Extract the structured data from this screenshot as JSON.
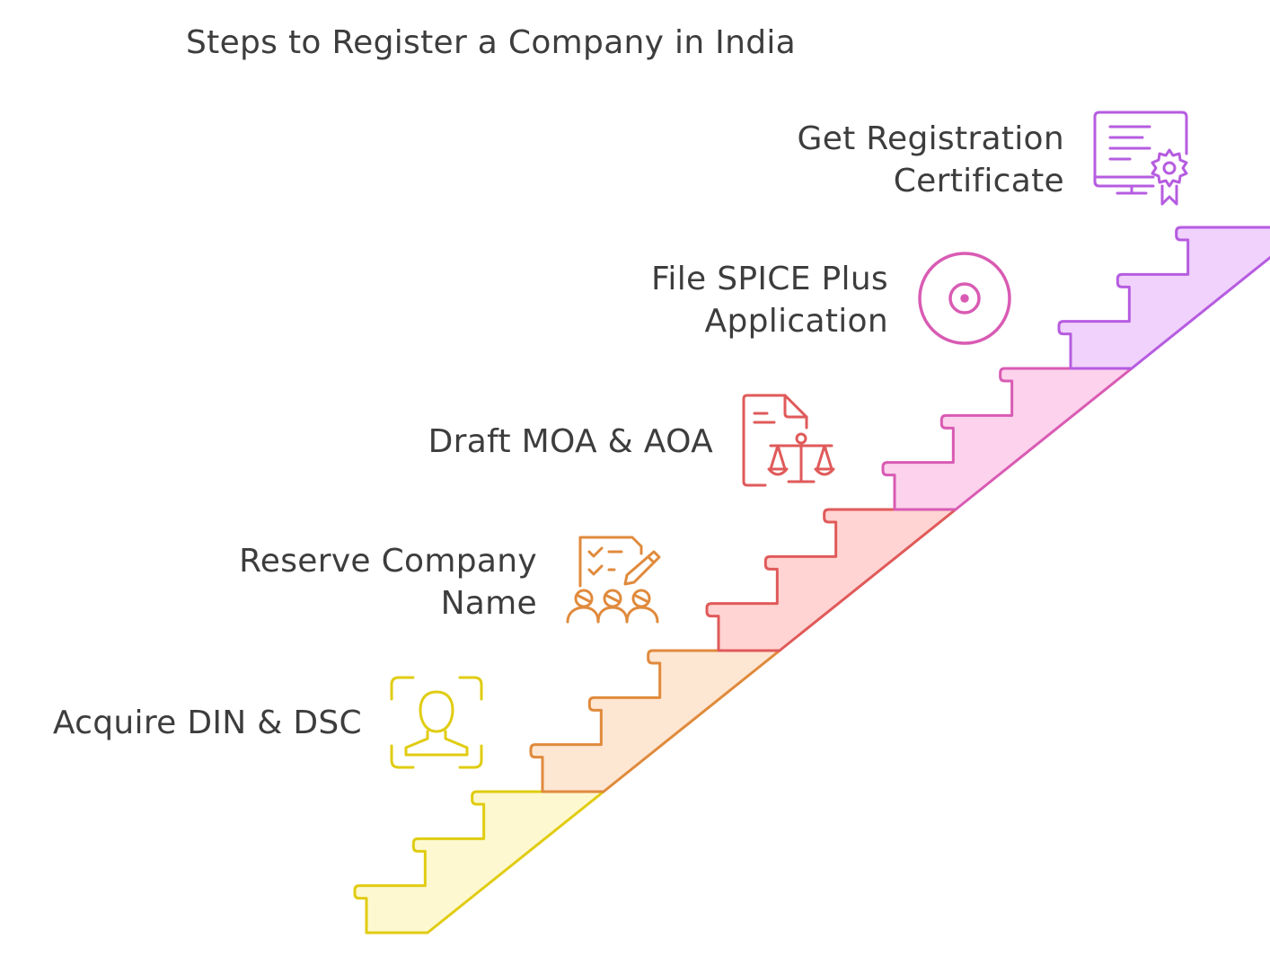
{
  "title": "Steps to Register a Company in India",
  "steps": [
    {
      "lines": [
        "Acquire DIN & DSC"
      ],
      "icon": "user-scan-icon",
      "color": "#e0cc12",
      "fill": "#fdf8cf"
    },
    {
      "lines": [
        "Reserve Company",
        "Name"
      ],
      "icon": "checklist-team-icon",
      "color": "#e08a3c",
      "fill": "#fde6d2"
    },
    {
      "lines": [
        "Draft MOA & AOA"
      ],
      "icon": "legal-document-icon",
      "color": "#e05a5a",
      "fill": "#ffd4d2"
    },
    {
      "lines": [
        "File SPICE Plus",
        "Application"
      ],
      "icon": "disc-icon",
      "color": "#d95bb3",
      "fill": "#fcd2ec"
    },
    {
      "lines": [
        "Get Registration",
        "Certificate"
      ],
      "icon": "certificate-icon",
      "color": "#b65ce0",
      "fill": "#f0d2fc"
    }
  ]
}
